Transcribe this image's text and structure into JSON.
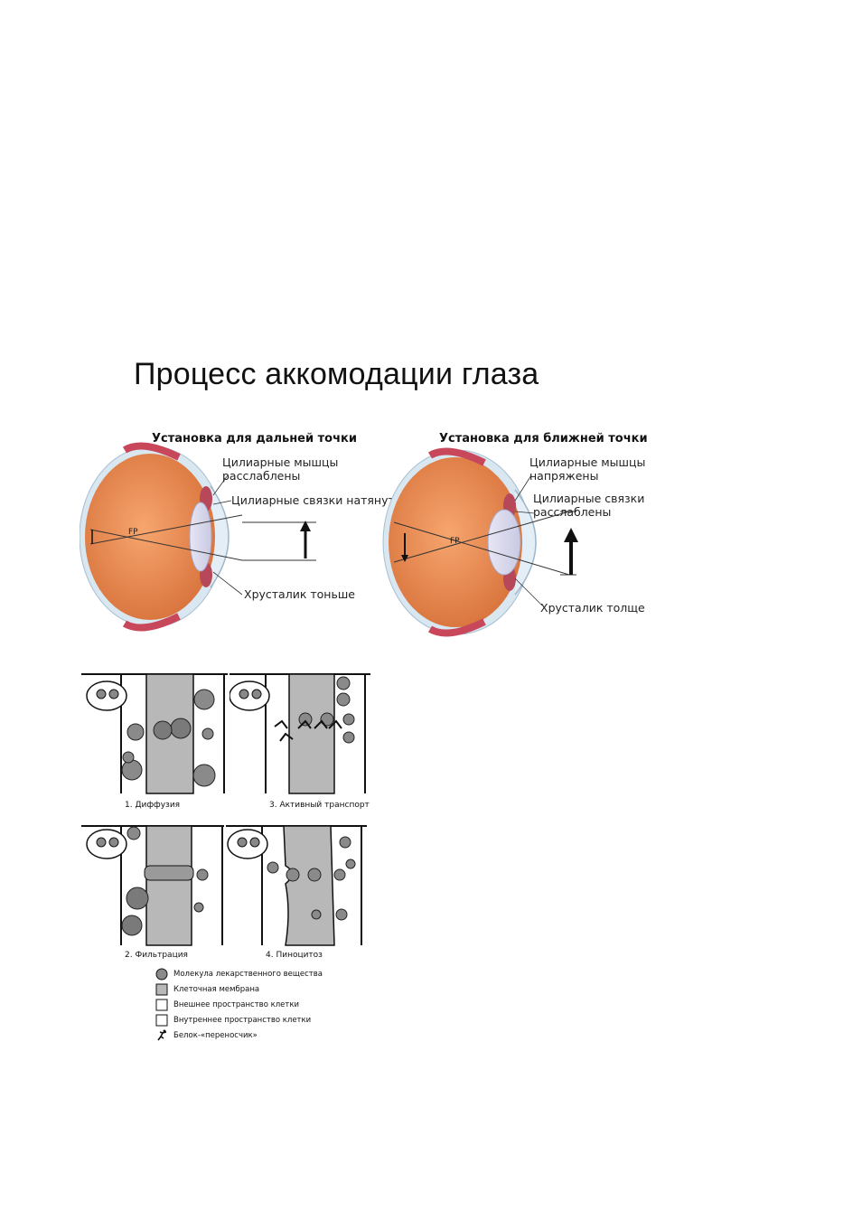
{
  "title": "Процесс аккомодации глаза",
  "far": {
    "heading": "Установка для дальней точки",
    "muscles": [
      "Цилиарные мышцы",
      "расслаблены"
    ],
    "ligaments": "Цилиарные связки натянуты",
    "lens": "Хрусталик тоньше",
    "fp": "FP"
  },
  "near": {
    "heading": "Установка для ближней точки",
    "muscles": [
      "Цилиарные мышцы",
      "напряжены"
    ],
    "ligaments": [
      "Цилиарные связки",
      "расслаблены"
    ],
    "lens": "Хрусталик толще",
    "fp": "FP"
  },
  "transport": {
    "captions": [
      "1. Диффузия",
      "3. Активный транспорт",
      "2. Фильтрация",
      "4. Пиноцитоз"
    ]
  },
  "legend": [
    {
      "icon": "molecule-icon",
      "label": "Молекула лекарственного вещества"
    },
    {
      "icon": "membrane-swatch-icon",
      "label": "Клеточная мембрана"
    },
    {
      "icon": "outer-space-swatch-icon",
      "label": "Внешнее пространство клетки"
    },
    {
      "icon": "inner-space-swatch-icon",
      "label": "Внутреннее пространство клетки"
    },
    {
      "icon": "carrier-protein-icon",
      "label": "Белок-«переносчик»"
    }
  ],
  "colors": {
    "eyeball": "#e8874f",
    "sclera": "#cfe0ee",
    "muscle": "#b7485a",
    "membrane": "#b8b8b8"
  }
}
